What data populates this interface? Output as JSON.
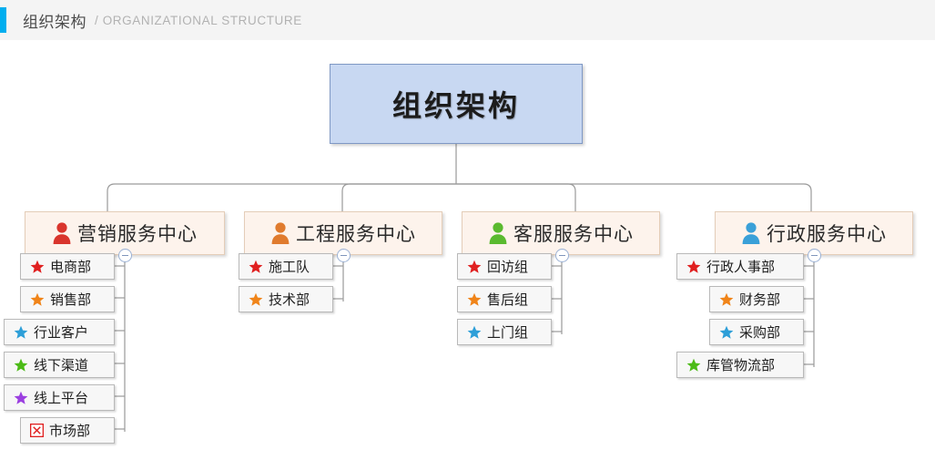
{
  "header": {
    "accent_color": "#00aeef",
    "title": "组织架构",
    "subtitle": "/ ORGANIZATIONAL STRUCTURE"
  },
  "chart_data": {
    "type": "org-chart",
    "root": {
      "label": "组织架构",
      "fill": "#c8d8f2",
      "border": "#7f98c4"
    },
    "divisions": [
      {
        "label": "营销服务中心",
        "icon": "person-icon",
        "icon_color": "#d9352d",
        "toggle": "collapse-toggle",
        "children": [
          {
            "label": "电商部",
            "icon": "star-icon",
            "icon_color": "#e02020"
          },
          {
            "label": "销售部",
            "icon": "star-icon",
            "icon_color": "#f08419"
          },
          {
            "label": "行业客户",
            "icon": "star-icon",
            "icon_color": "#2e9fd8"
          },
          {
            "label": "线下渠道",
            "icon": "star-icon",
            "icon_color": "#4cbb17"
          },
          {
            "label": "线上平台",
            "icon": "star-icon",
            "icon_color": "#9b3fe0"
          },
          {
            "label": "市场部",
            "icon": "x-box-icon",
            "icon_color": "#e02020"
          }
        ]
      },
      {
        "label": "工程服务中心",
        "icon": "person-icon",
        "icon_color": "#e07b2e",
        "toggle": "collapse-toggle",
        "children": [
          {
            "label": "施工队",
            "icon": "star-icon",
            "icon_color": "#e02020"
          },
          {
            "label": "技术部",
            "icon": "star-icon",
            "icon_color": "#f08419"
          }
        ]
      },
      {
        "label": "客服服务中心",
        "icon": "person-icon",
        "icon_color": "#5aba2f",
        "toggle": "collapse-toggle",
        "children": [
          {
            "label": "回访组",
            "icon": "star-icon",
            "icon_color": "#e02020"
          },
          {
            "label": "售后组",
            "icon": "star-icon",
            "icon_color": "#f08419"
          },
          {
            "label": "上门组",
            "icon": "star-icon",
            "icon_color": "#2e9fd8"
          }
        ]
      },
      {
        "label": "行政服务中心",
        "icon": "person-icon",
        "icon_color": "#3aa0d8",
        "toggle": "collapse-toggle",
        "children": [
          {
            "label": "行政人事部",
            "icon": "star-icon",
            "icon_color": "#e02020"
          },
          {
            "label": "财务部",
            "icon": "star-icon",
            "icon_color": "#f08419"
          },
          {
            "label": "采购部",
            "icon": "star-icon",
            "icon_color": "#2e9fd8"
          },
          {
            "label": "库管物流部",
            "icon": "star-icon",
            "icon_color": "#4cbb17"
          }
        ]
      }
    ]
  }
}
